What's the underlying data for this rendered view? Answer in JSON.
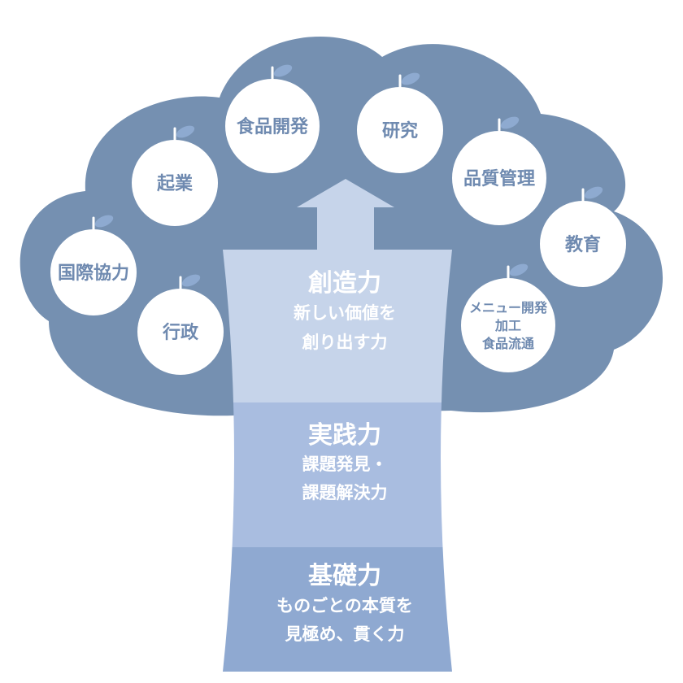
{
  "colors": {
    "canopy": "#7590b1",
    "fruit": "#ffffff",
    "leaf": "#8eaad0",
    "fruit_text": "#6f8ab0",
    "trunk_top": "#c6d4ea",
    "trunk_middle": "#a9bde0",
    "trunk_bottom": "#8fa9d1"
  },
  "fruits": [
    {
      "id": "kokusai",
      "lines": [
        "国際協力"
      ]
    },
    {
      "id": "gyousei",
      "lines": [
        "行政"
      ]
    },
    {
      "id": "kigyou",
      "lines": [
        "起業"
      ]
    },
    {
      "id": "shokuhin",
      "lines": [
        "食品開発"
      ]
    },
    {
      "id": "kenkyu",
      "lines": [
        "研究"
      ]
    },
    {
      "id": "hinshitsu",
      "lines": [
        "品質管理"
      ]
    },
    {
      "id": "kyouiku",
      "lines": [
        "教育"
      ]
    },
    {
      "id": "menu",
      "lines": [
        "メニュー開発",
        "加工",
        "食品流通"
      ]
    }
  ],
  "stages": [
    {
      "id": "souzou",
      "title": "創造力",
      "desc": [
        "新しい価値を",
        "創り出す力"
      ]
    },
    {
      "id": "jissen",
      "title": "実践力",
      "desc": [
        "課題発見・",
        "課題解決力"
      ]
    },
    {
      "id": "kiso",
      "title": "基礎力",
      "desc": [
        "ものごとの本質を",
        "見極め、貫く力"
      ]
    }
  ]
}
